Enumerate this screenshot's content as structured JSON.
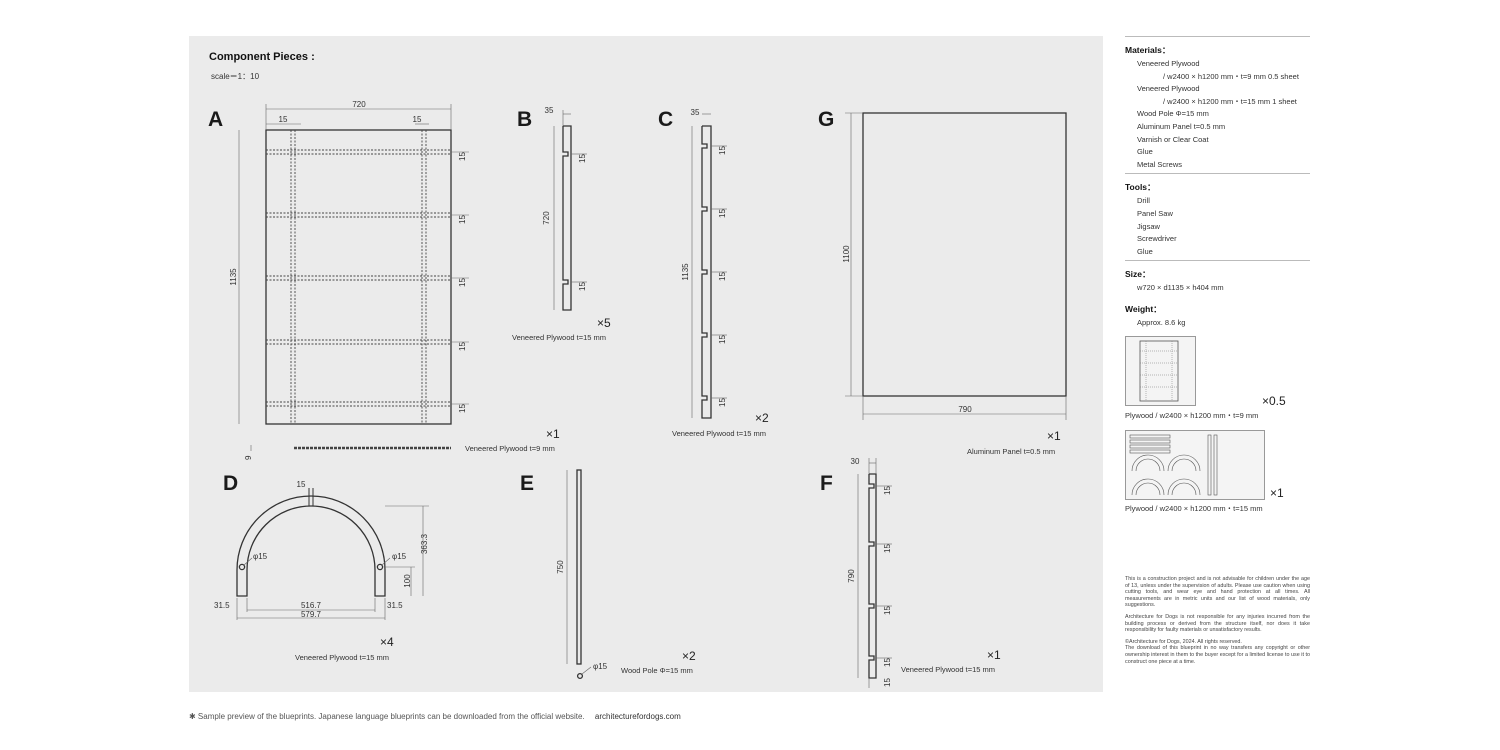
{
  "sheet": {
    "title": "Component Pieces :",
    "scale": "scale＝1：10"
  },
  "pieces": {
    "A": {
      "letter": "A",
      "qty": "×1",
      "caption": "Veneered Plywood t=9 mm",
      "dims": {
        "width": "720",
        "height": "1135",
        "inset_left": "15",
        "inset_right": "15",
        "slot": "15",
        "thickness": "9"
      }
    },
    "B": {
      "letter": "B",
      "qty": "×5",
      "caption": "Veneered Plywood t=15 mm",
      "dims": {
        "top": "35",
        "length": "720",
        "slot": "15"
      }
    },
    "C": {
      "letter": "C",
      "qty": "×2",
      "caption": "Veneered Plywood t=15 mm",
      "dims": {
        "top": "35",
        "length": "1135",
        "slot": "15"
      }
    },
    "G": {
      "letter": "G",
      "qty": "×1",
      "caption": "Aluminum Panel t=0.5 mm",
      "dims": {
        "height": "1100",
        "width": "790"
      }
    },
    "D": {
      "letter": "D",
      "qty": "×4",
      "caption": "Veneered Plywood t=15 mm",
      "dims": {
        "slot": "15",
        "hole_left": "φ15",
        "hole_right": "φ15",
        "height": "363.3",
        "hole_height": "100",
        "foot_left": "31.5",
        "foot_right": "31.5",
        "inner": "516.7",
        "outer": "579.7"
      }
    },
    "E": {
      "letter": "E",
      "qty": "×2",
      "caption": "Wood Pole Φ=15 mm",
      "dims": {
        "length": "750",
        "dia": "φ15"
      }
    },
    "F": {
      "letter": "F",
      "qty": "×1",
      "caption": "Veneered Plywood t=15 mm",
      "dims": {
        "top": "30",
        "length": "790",
        "slot": "15"
      }
    }
  },
  "sidebar": {
    "materials_title": "Materials：",
    "materials": [
      {
        "text": "Veneered Plywood",
        "sub": false
      },
      {
        "text": "/ w2400 × h1200 mm・t=9 mm  0.5 sheet",
        "sub": true
      },
      {
        "text": "Veneered Plywood",
        "sub": false
      },
      {
        "text": "/ w2400 × h1200 mm・t=15 mm  1 sheet",
        "sub": true
      },
      {
        "text": "Wood Pole Φ=15 mm",
        "sub": false
      },
      {
        "text": "Aluminum Panel t=0.5 mm",
        "sub": false
      },
      {
        "text": "Varnish or Clear Coat",
        "sub": false
      },
      {
        "text": "Glue",
        "sub": false
      },
      {
        "text": "Metal Screws",
        "sub": false
      }
    ],
    "tools_title": "Tools：",
    "tools": [
      "Drill",
      "Panel Saw",
      "Jigsaw",
      "Screwdriver",
      "Glue"
    ],
    "size_title": "Size：",
    "size_value": "w720 × d1135 × h404 mm",
    "weight_title": "Weight：",
    "weight_value": "Approx.  8.6 kg",
    "sheet1": {
      "qty": "×0.5",
      "caption": "Plywood / w2400 × h1200 mm・t=9 mm"
    },
    "sheet2": {
      "qty": "×1",
      "caption": "Plywood / w2400 × h1200 mm・t=15 mm"
    },
    "legal": [
      "This is a construction project and is not advisable for children under the age of 13, unless under the supervision of adults. Please use caution when using cutting tools, and wear eye and hand protection at all times. All measurements are in metric units and our list of wood materials, only suggestions.",
      "Architecture for Dogs is not responsible for any injuries incurred from the building process or derived from the structure itself, nor does it take responsibility for faulty materials or unsatisfactory results.",
      "©Architecture for Dogs, 2024. All rights reserved.",
      "The download of this blueprint in no way transfers any copyright or other ownership interest in them to the buyer except for a limited license to use it to construct one piece at a time."
    ]
  },
  "footer": {
    "note": "✱ Sample preview of the blueprints. Japanese language blueprints can be downloaded from the official website.",
    "site": "architecturefordogs.com"
  }
}
